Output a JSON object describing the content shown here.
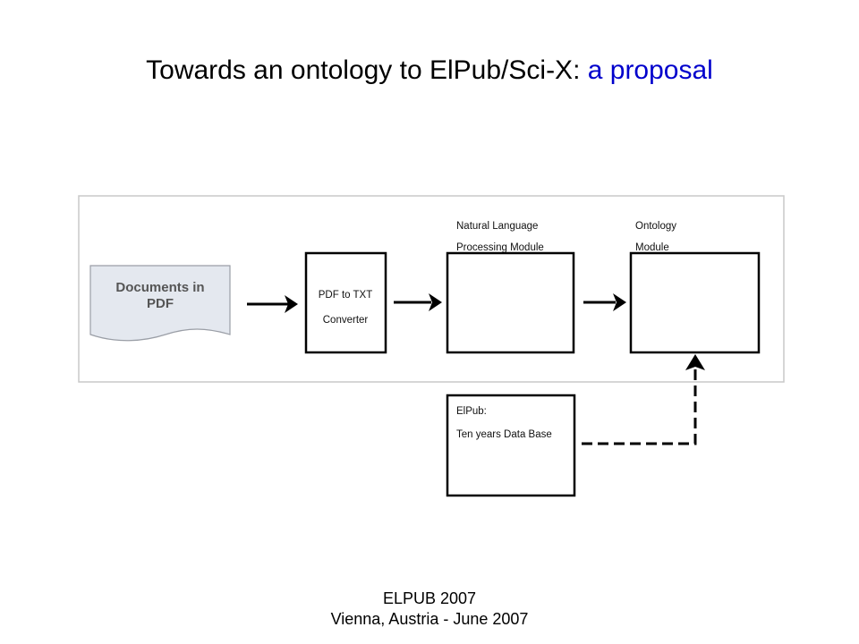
{
  "slide": {
    "title_main": "Towards an ontology to ElPub/Sci-X: ",
    "title_accent": "a proposal",
    "colors": {
      "accent": "#0000cc",
      "document_fill": "#e4e8ef",
      "panel_border": "#c8c8c8"
    }
  },
  "diagram": {
    "document": {
      "line1": "Documents in",
      "line2": "PDF"
    },
    "converter": {
      "line1": "PDF to TXT",
      "line2": "Converter"
    },
    "nlp_module": {
      "label_line1": "Natural Language",
      "label_line2": "Processing Module"
    },
    "ontology_module": {
      "label_line1": "Ontology",
      "label_line2": "Module"
    },
    "database": {
      "line1": "ElPub:",
      "line2": "Ten years Data Base"
    }
  },
  "footer": {
    "line1": "ELPUB 2007",
    "line2": "Vienna, Austria - June 2007"
  }
}
